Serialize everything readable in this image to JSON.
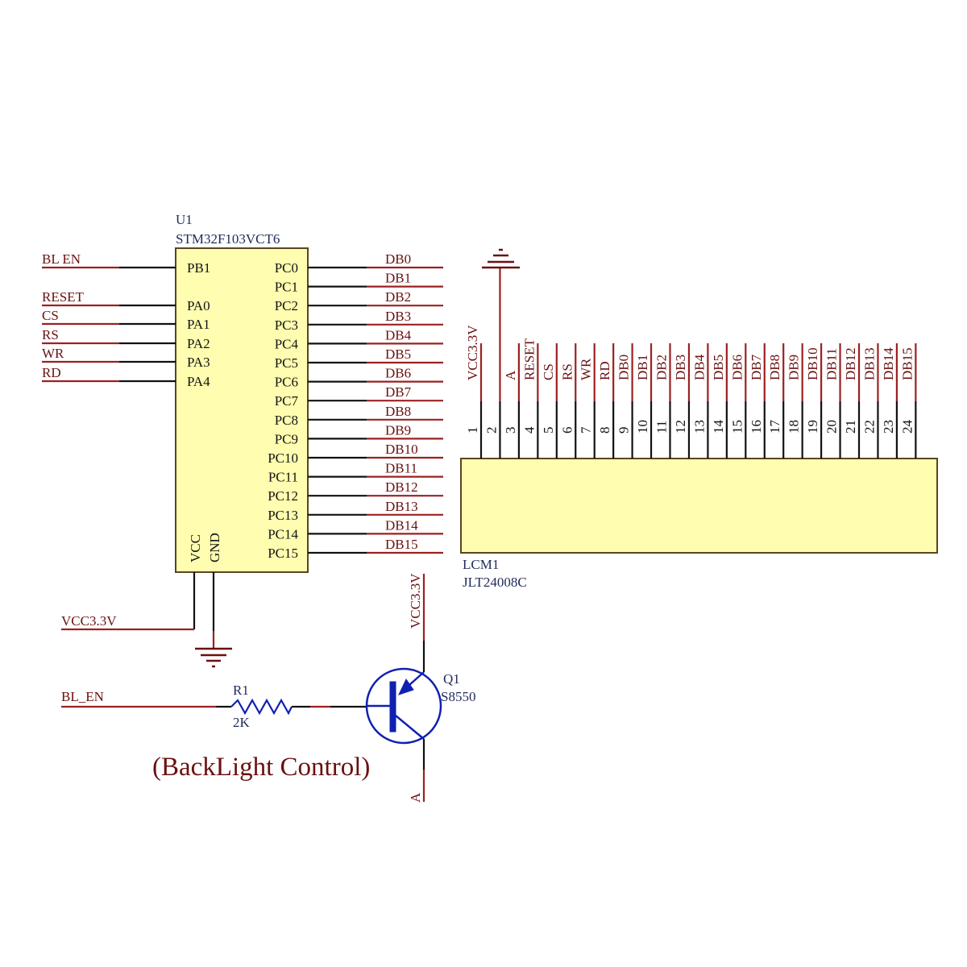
{
  "colors": {
    "chip_fill": "#fffdb0",
    "chip_border": "#5a4520",
    "net_wire": "#9b2020",
    "pin_wire": "#111111",
    "designator_text": "#1f2a5c",
    "net_text": "#6b1010",
    "transistor": "#1020b0"
  },
  "mcu": {
    "designator": "U1",
    "part": "STM32F103VCT6",
    "left_pins": [
      {
        "pin": "PB1",
        "net": "BL_EN"
      },
      {
        "pin": "PA0",
        "net": "RESET"
      },
      {
        "pin": "PA1",
        "net": "CS"
      },
      {
        "pin": "PA2",
        "net": "RS"
      },
      {
        "pin": "PA3",
        "net": "WR"
      },
      {
        "pin": "PA4",
        "net": "RD"
      }
    ],
    "right_pins": [
      {
        "pin": "PC0",
        "net": "DB0"
      },
      {
        "pin": "PC1",
        "net": "DB1"
      },
      {
        "pin": "PC2",
        "net": "DB2"
      },
      {
        "pin": "PC3",
        "net": "DB3"
      },
      {
        "pin": "PC4",
        "net": "DB4"
      },
      {
        "pin": "PC5",
        "net": "DB5"
      },
      {
        "pin": "PC6",
        "net": "DB6"
      },
      {
        "pin": "PC7",
        "net": "DB7"
      },
      {
        "pin": "PC8",
        "net": "DB8"
      },
      {
        "pin": "PC9",
        "net": "DB9"
      },
      {
        "pin": "PC10",
        "net": "DB10"
      },
      {
        "pin": "PC11",
        "net": "DB11"
      },
      {
        "pin": "PC12",
        "net": "DB12"
      },
      {
        "pin": "PC13",
        "net": "DB13"
      },
      {
        "pin": "PC14",
        "net": "DB14"
      },
      {
        "pin": "PC15",
        "net": "DB15"
      }
    ],
    "bottom_pins": [
      {
        "pin": "VCC",
        "net": "VCC3.3V"
      },
      {
        "pin": "GND",
        "net": "GND"
      }
    ]
  },
  "lcm": {
    "designator": "LCM1",
    "part": "JLT24008C",
    "pins": [
      {
        "num": "1",
        "net": "VCC3.3V"
      },
      {
        "num": "2",
        "net": ""
      },
      {
        "num": "3",
        "net": "A"
      },
      {
        "num": "4",
        "net": "RESET"
      },
      {
        "num": "5",
        "net": "CS"
      },
      {
        "num": "6",
        "net": "RS"
      },
      {
        "num": "7",
        "net": "WR"
      },
      {
        "num": "8",
        "net": "RD"
      },
      {
        "num": "9",
        "net": "DB0"
      },
      {
        "num": "10",
        "net": "DB1"
      },
      {
        "num": "11",
        "net": "DB2"
      },
      {
        "num": "12",
        "net": "DB3"
      },
      {
        "num": "13",
        "net": "DB4"
      },
      {
        "num": "14",
        "net": "DB5"
      },
      {
        "num": "15",
        "net": "DB6"
      },
      {
        "num": "16",
        "net": "DB7"
      },
      {
        "num": "17",
        "net": "DB8"
      },
      {
        "num": "18",
        "net": "DB9"
      },
      {
        "num": "19",
        "net": "DB10"
      },
      {
        "num": "20",
        "net": "DB11"
      },
      {
        "num": "21",
        "net": "DB12"
      },
      {
        "num": "22",
        "net": "DB13"
      },
      {
        "num": "23",
        "net": "DB14"
      },
      {
        "num": "24",
        "net": "DB15"
      }
    ]
  },
  "backlight": {
    "input_net": "BL_EN",
    "resistor": {
      "designator": "R1",
      "value": "2K"
    },
    "transistor": {
      "designator": "Q1",
      "part": "S8550"
    },
    "supply_net": "VCC3.3V",
    "output_net": "A",
    "caption": "(BackLight Control)"
  },
  "power": {
    "mcu_vcc_net": "VCC3.3V"
  }
}
